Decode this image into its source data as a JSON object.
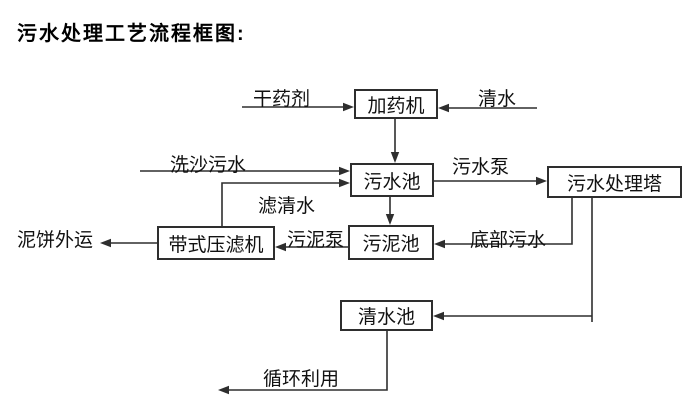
{
  "title": "污水处理工艺流程框图:",
  "nodes": {
    "dosing_machine": {
      "label": "加药机"
    },
    "sewage_pool": {
      "label": "污水池"
    },
    "treatment_tower": {
      "label": "污水处理塔"
    },
    "sludge_pool": {
      "label": "污泥池"
    },
    "belt_filter_press": {
      "label": "带式压滤机"
    },
    "clear_water_pool": {
      "label": "清水池"
    }
  },
  "edges": [
    {
      "from": "external",
      "to": "加药机",
      "label": "干药剂"
    },
    {
      "from": "external",
      "to": "加药机",
      "label": "清水"
    },
    {
      "from": "加药机",
      "to": "污水池",
      "label": ""
    },
    {
      "from": "external",
      "to": "污水池",
      "label": "洗沙污水"
    },
    {
      "from": "带式压滤机",
      "to": "污水池",
      "label": "滤清水"
    },
    {
      "from": "污水池",
      "to": "污水处理塔",
      "label": "污水泵"
    },
    {
      "from": "污水池",
      "to": "污泥池",
      "label": ""
    },
    {
      "from": "污水处理塔",
      "to": "污泥池",
      "label": "底部污水"
    },
    {
      "from": "污泥池",
      "to": "带式压滤机",
      "label": "污泥泵"
    },
    {
      "from": "带式压滤机",
      "to": "external",
      "label": "泥饼外运"
    },
    {
      "from": "污水处理塔",
      "to": "清水池",
      "label": ""
    },
    {
      "from": "清水池",
      "to": "external",
      "label": "循环利用"
    }
  ],
  "colors": {
    "line": "#2e2e2e",
    "text": "#111111",
    "background": "#ffffff"
  }
}
